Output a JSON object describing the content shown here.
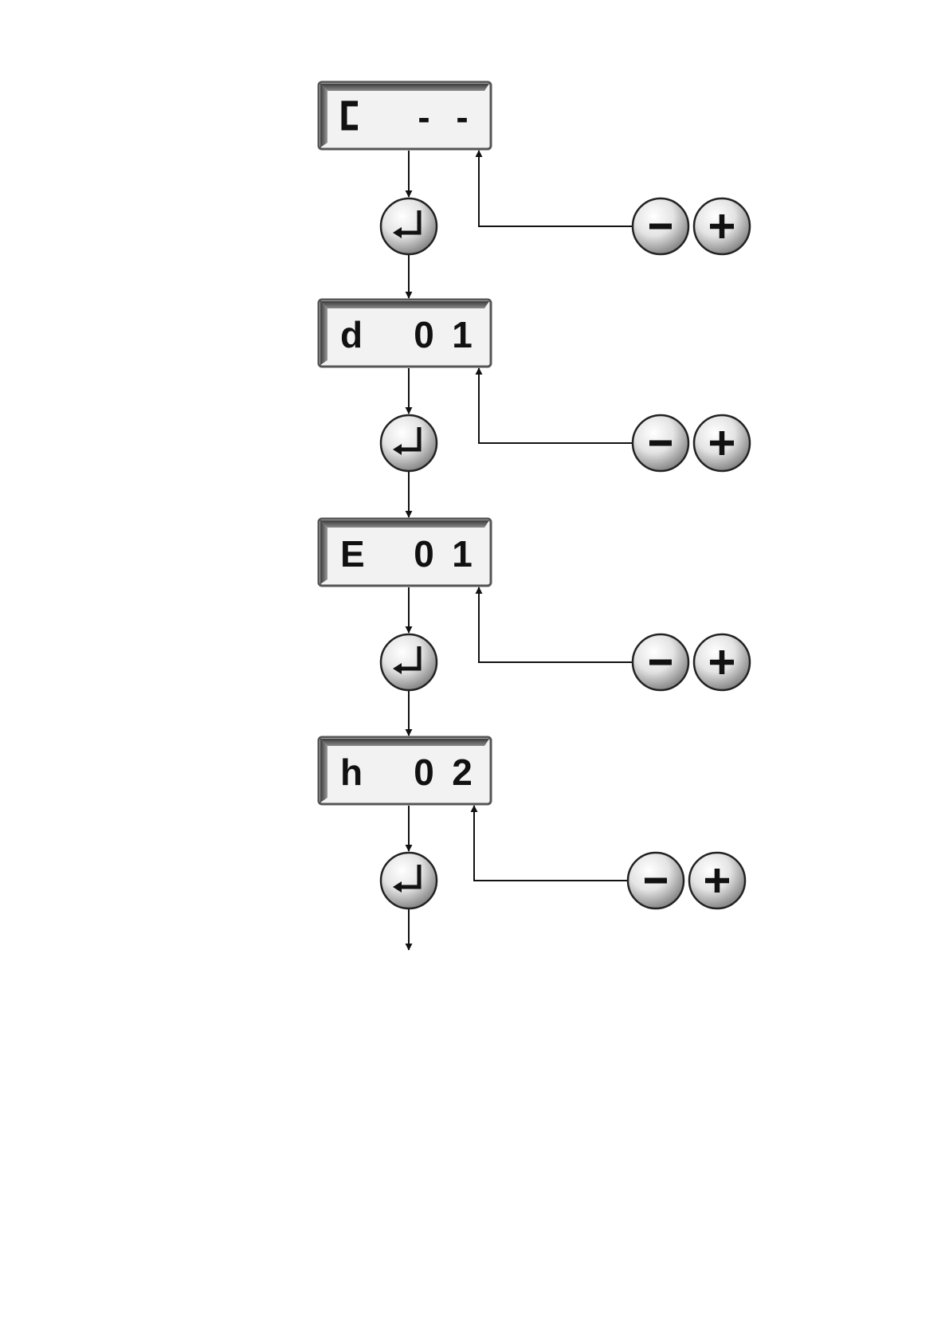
{
  "steps": [
    {
      "display": {
        "left": "",
        "digit1": "-",
        "digit2": "-"
      },
      "left_glyph": "bracket-icon"
    },
    {
      "display": {
        "left": "d",
        "digit1": "0",
        "digit2": "1"
      }
    },
    {
      "display": {
        "left": "E",
        "digit1": "0",
        "digit2": "1"
      }
    },
    {
      "display": {
        "left": "h",
        "digit1": "0",
        "digit2": "2"
      }
    }
  ],
  "icons": {
    "enter": "enter-return-icon",
    "minus": "minus-icon",
    "plus": "plus-icon"
  },
  "colors": {
    "line": "#111111",
    "display_frame": "#555555",
    "display_face": "#f2f2f2",
    "button_light": "#ffffff",
    "button_dark": "#7a7a7a"
  }
}
